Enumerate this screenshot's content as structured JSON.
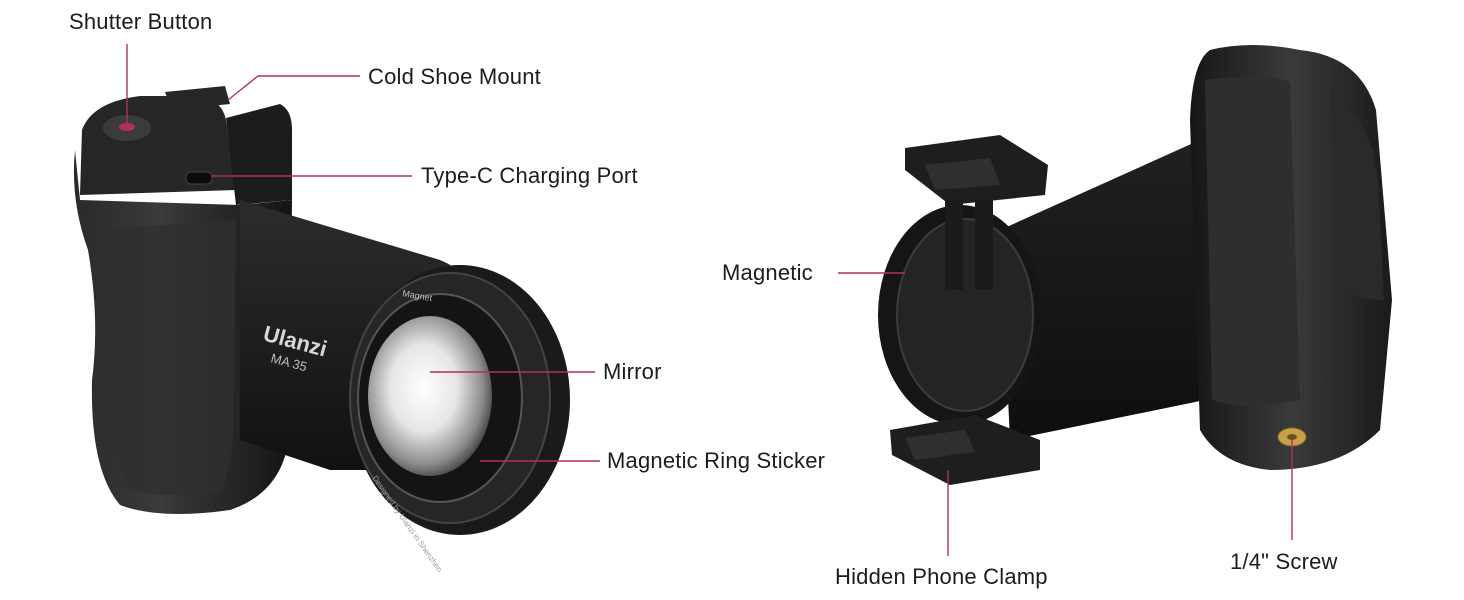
{
  "labels": {
    "shutter_button": "Shutter Button",
    "cold_shoe_mount": "Cold Shoe Mount",
    "type_c_port": "Type-C Charging Port",
    "mirror": "Mirror",
    "magnetic_ring_sticker": "Magnetic Ring Sticker",
    "magnetic": "Magnetic",
    "hidden_phone_clamp": "Hidden Phone Clamp",
    "quarter_inch_screw": "1/4\" Screw"
  },
  "product": {
    "brand": "Ulanzi",
    "model": "MA 35",
    "ring_text_top": "Magnet",
    "ring_text_bottom": "Designed by Ulanzi in Shenzhen"
  },
  "colors": {
    "leader_line": "#b0315a",
    "body_dark": "#1a1a1a",
    "screw_brass": "#c9a14a"
  }
}
